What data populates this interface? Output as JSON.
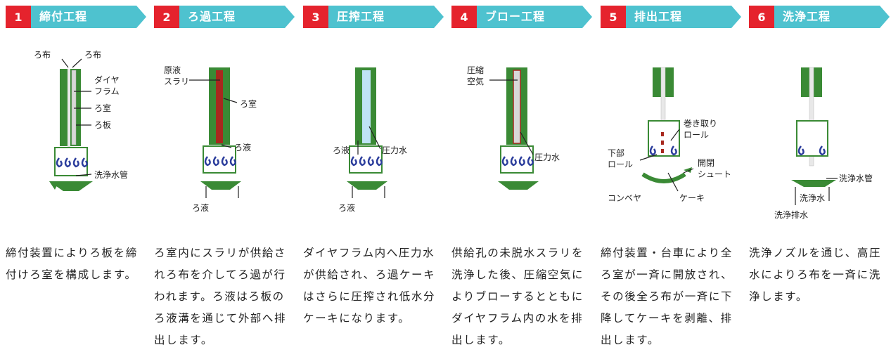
{
  "steps": [
    {
      "num": "1",
      "title": "締付工程",
      "labels": {
        "cloth_l": "ろ布",
        "cloth_r": "ろ布",
        "dia1": "ダイヤ",
        "dia2": "フラム",
        "chamber": "ろ室",
        "plate": "ろ板",
        "wash_pipe": "洗浄水管"
      },
      "desc": "締付装置によりろ板を締付けろ室を構成します。"
    },
    {
      "num": "2",
      "title": "ろ過工程",
      "labels": {
        "slurry1": "原液",
        "slurry2": "スラリ",
        "chamber": "ろ室",
        "filtrate": "ろ液",
        "filtrate_out": "ろ液"
      },
      "desc": "ろ室内にスラリが供給されろ布を介してろ過が行われます。ろ液はろ板のろ液溝を通じて外部へ排出します。"
    },
    {
      "num": "3",
      "title": "圧搾工程",
      "labels": {
        "filtrate": "ろ液",
        "press_water": "圧力水",
        "filtrate_out": "ろ液"
      },
      "desc": "ダイヤフラム内へ圧力水が供給され、ろ過ケーキはさらに圧搾され低水分ケーキになります。"
    },
    {
      "num": "4",
      "title": "ブロー工程",
      "labels": {
        "air1": "圧縮",
        "air2": "空気",
        "press_water": "圧力水"
      },
      "desc": "供給孔の未脱水スラリを洗浄した後、圧縮空気によりブローするとともにダイヤフラム内の水を排出します。"
    },
    {
      "num": "5",
      "title": "排出工程",
      "labels": {
        "takeup1": "巻き取り",
        "takeup2": "ロール",
        "lower1": "下部",
        "lower2": "ロール",
        "chute1": "開閉",
        "chute2": "シュート",
        "conveyor": "コンベヤ",
        "cake": "ケーキ"
      },
      "desc": "締付装置・台車により全ろ室が一斉に開放され、その後全ろ布が一斉に下降してケーキを剥離、排出します。"
    },
    {
      "num": "6",
      "title": "洗浄工程",
      "labels": {
        "wash_pipe": "洗浄水管",
        "wash_water": "洗浄水",
        "drain": "洗浄排水"
      },
      "desc": "洗浄ノズルを通じ、高圧水によりろ布を一斉に洗浄します。"
    }
  ],
  "colors": {
    "accent_red": "#e5232d",
    "header_teal": "#4ec2cf",
    "plate_green": "#3a8a35",
    "nozzle_blue": "#2b3d9c",
    "slurry_red": "#a8281e",
    "press_blue": "#bfe3f5"
  }
}
